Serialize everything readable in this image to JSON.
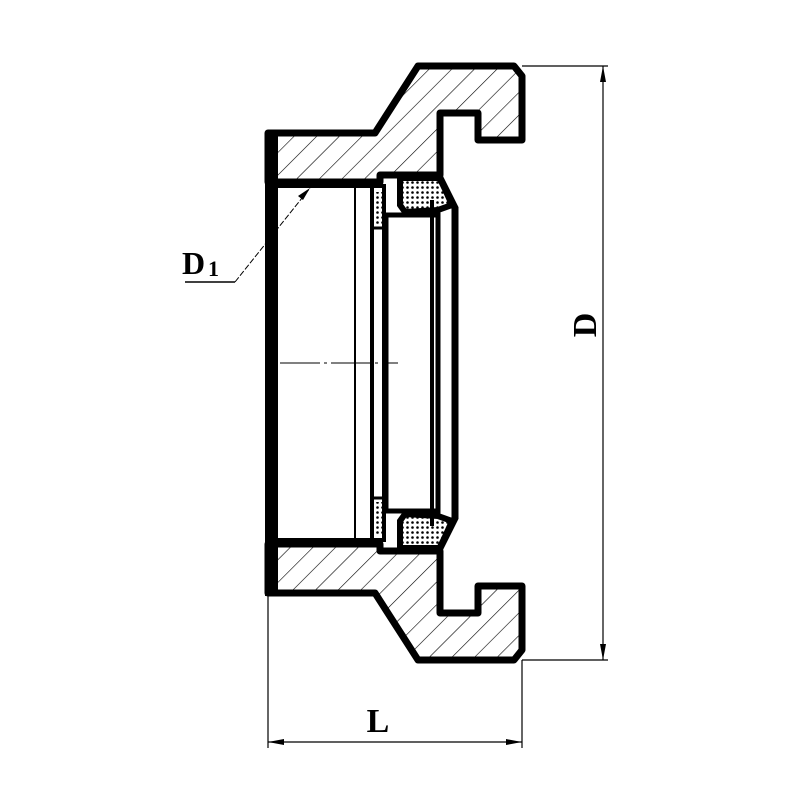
{
  "drawing": {
    "labels": {
      "outer_diameter": "D",
      "inner_diameter": "D",
      "inner_diameter_subscript": "1",
      "length": "L"
    },
    "colors": {
      "line": "#000000",
      "background": "#ffffff"
    }
  }
}
